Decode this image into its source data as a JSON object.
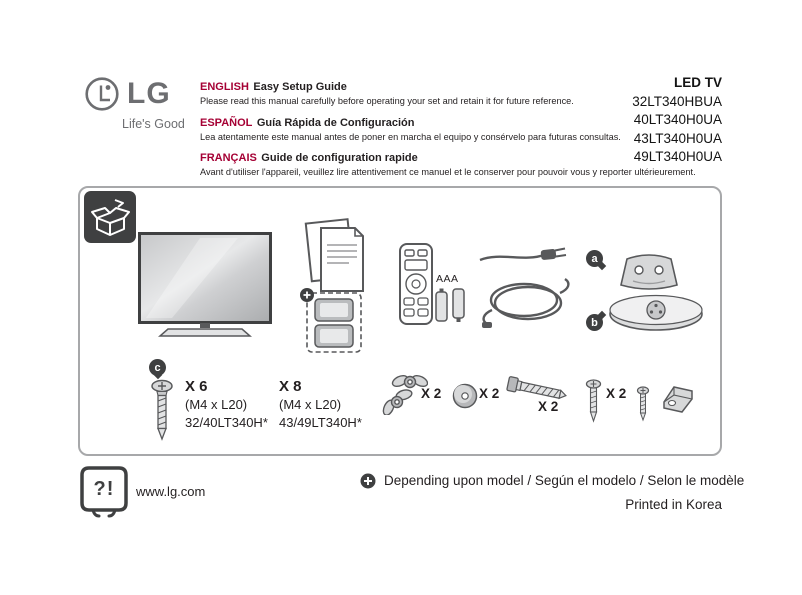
{
  "brand": {
    "logo_text": "LG",
    "tagline": "Life's Good"
  },
  "header": {
    "languages": [
      {
        "lang": "ENGLISH",
        "title": "Easy Setup Guide",
        "body": "Please read this manual carefully before operating your set and retain it for future reference."
      },
      {
        "lang": "ESPAÑOL",
        "title": "Guía Rápida de Configuración",
        "body": "Lea atentamente este manual antes de poner en marcha el equipo y consérvelo para futuras consultas."
      },
      {
        "lang": "FRANÇAIS",
        "title": "Guide de configuration rapide",
        "body": "Avant d'utiliser l'appareil, veuillez lire attentivement ce manuel et le conserver pour pouvoir vous y reporter ultérieurement."
      }
    ],
    "product_type": "LED TV",
    "models": [
      "32LT340HBUA",
      "40LT340H0UA",
      "43LT340H0UA",
      "49LT340H0UA"
    ]
  },
  "contents_box": {
    "battery_label": "AAA",
    "badges": {
      "a": "a",
      "b": "b",
      "c": "c"
    },
    "screw_set_1": {
      "qty": "X 6",
      "size": "(M4 x L20)",
      "models": "32/40LT340H*"
    },
    "screw_set_2": {
      "qty": "X 8",
      "size": "(M4 x L20)",
      "models": "43/49LT340H*"
    },
    "quantities": {
      "wing_bolt": "X 2",
      "washer": "X 2",
      "bolt": "X 2",
      "screw": "X 2"
    }
  },
  "footer": {
    "mascot_text": "?!",
    "website": "www.lg.com",
    "note": "Depending upon model / Según el modelo / Selon le modèle",
    "printed": "Printed in Korea"
  },
  "colors": {
    "brand_red": "#A50034",
    "text": "#231f20",
    "illustration_gray": "#58595b"
  }
}
